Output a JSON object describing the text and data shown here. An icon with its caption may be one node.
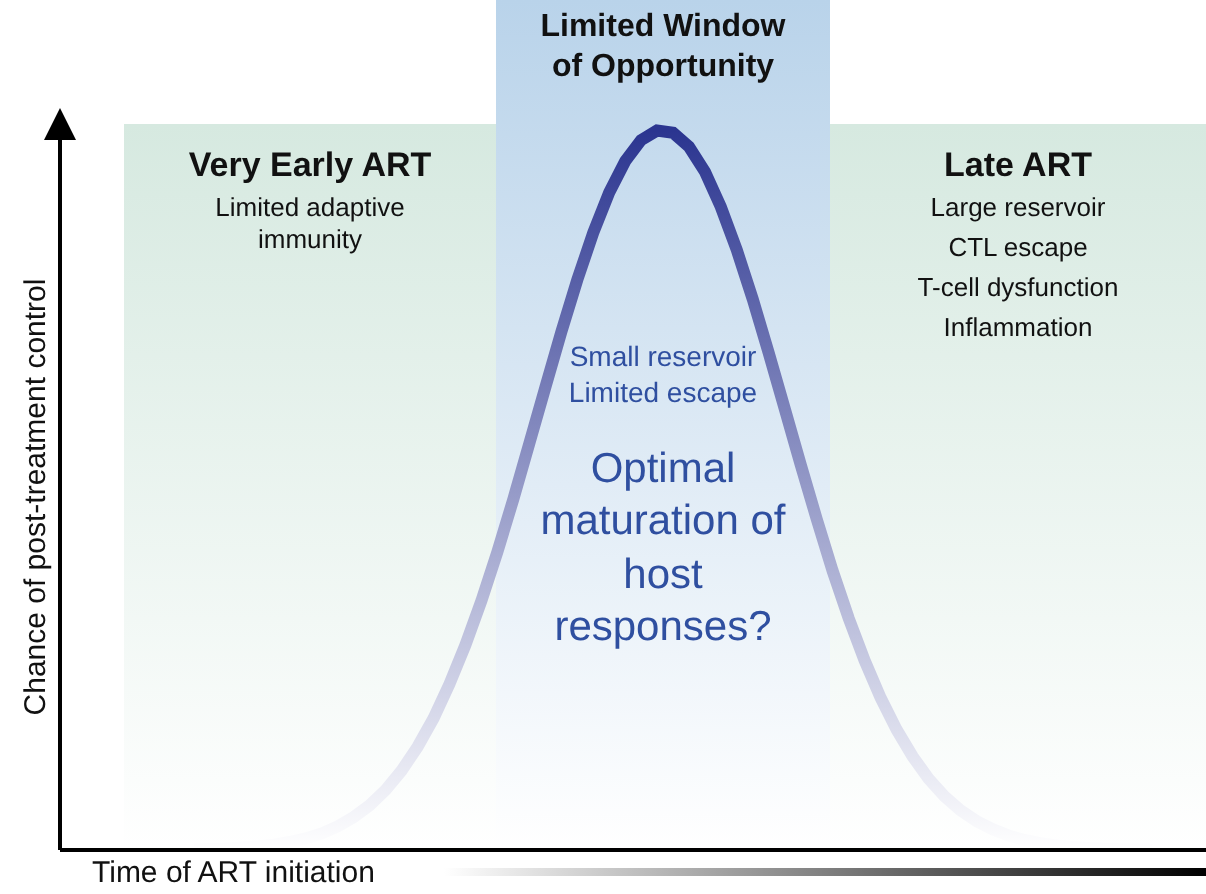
{
  "diagram": {
    "nodes": [
      {
        "text": [
          "Very Early ART",
          "Limited adaptive immunity"
        ]
      },
      {
        "text": [
          "Limited Window of Opportunity",
          "Small reservoir Limited escape",
          "Optimal maturation of host responses?"
        ]
      },
      {
        "text": [
          "Late ART",
          "Large reservoir",
          "CTL escape",
          "T-cell dysfunction",
          "Inflammation"
        ]
      }
    ],
    "edges": [],
    "labels": [
      "Chance of post-treatment control",
      "Time of ART initiation"
    ]
  }
}
